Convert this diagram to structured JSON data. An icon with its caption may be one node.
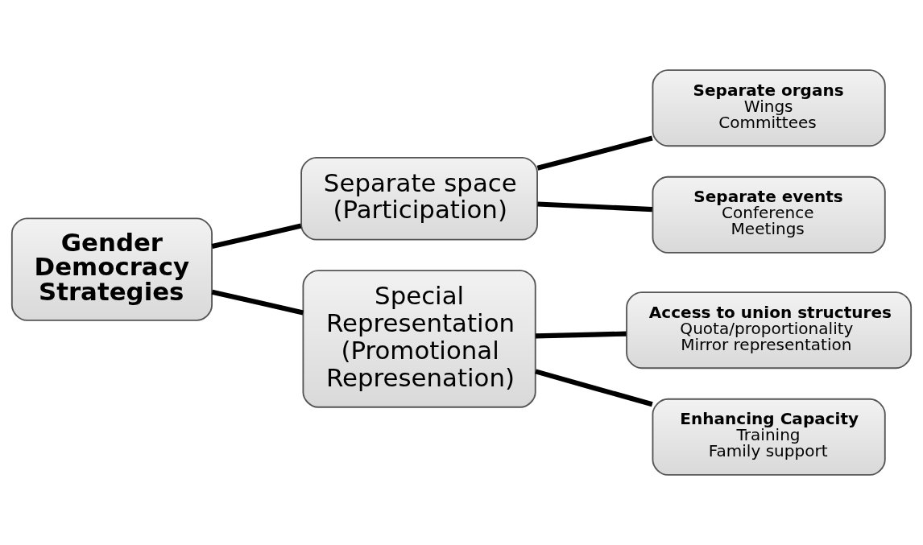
{
  "diagram": {
    "nodes": [
      {
        "text": [
          "Gender Democracy Strategies"
        ]
      },
      {
        "text": [
          "Separate space (Participation)"
        ]
      },
      {
        "text": [
          "Special Representation (Promotional Represenation)"
        ]
      },
      {
        "text": [
          "Separate organs",
          "Wings",
          "Committees"
        ]
      },
      {
        "text": [
          "Separate events",
          "Conference",
          "Meetings"
        ]
      },
      {
        "text": [
          "Access to union structures",
          "Quota/proportionality",
          "Mirror representation"
        ]
      },
      {
        "text": [
          "Enhancing Capacity",
          "Training",
          "Family support"
        ]
      }
    ],
    "edges": [
      {
        "from": 0,
        "to": 1,
        "arrow": "none"
      },
      {
        "from": 0,
        "to": 2,
        "arrow": "none"
      },
      {
        "from": 1,
        "to": 3,
        "arrow": "none"
      },
      {
        "from": 1,
        "to": 4,
        "arrow": "none"
      },
      {
        "from": 2,
        "to": 5,
        "arrow": "none"
      },
      {
        "from": 2,
        "to": 6,
        "arrow": "none"
      }
    ]
  }
}
